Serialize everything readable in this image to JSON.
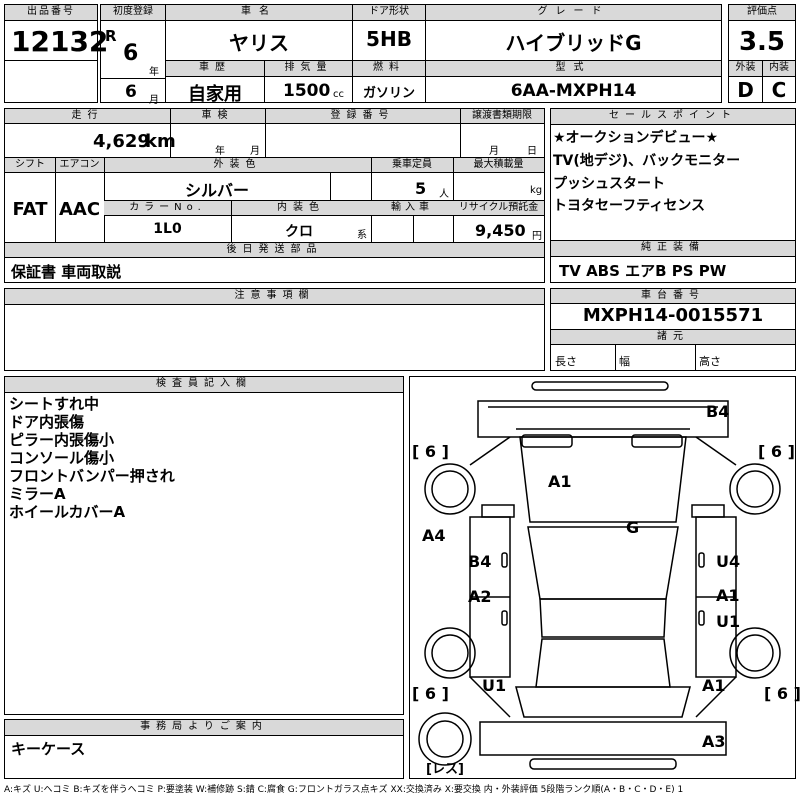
{
  "top": {
    "lot_header": "出品番号",
    "lot_number": "12132",
    "first_reg_header": "初度登録",
    "era": "R",
    "year_value": "6",
    "year_unit": "年",
    "month_value": "6",
    "month_unit": "月",
    "car_name_header": "車名",
    "car_name": "ヤリス",
    "door_header": "ドア形状",
    "door": "5HB",
    "grade_header": "グレード",
    "grade": "ハイブリッドG",
    "score_header": "評価点",
    "score": "3.5",
    "history_header": "車歴",
    "history": "自家用",
    "displacement_header": "排気量",
    "displacement": "1500",
    "displacement_unit": "cc",
    "fuel_header": "燃料",
    "fuel": "ガソリン",
    "model_header": "型式",
    "model": "6AA-MXPH14",
    "exterior_header": "外装",
    "exterior": "D",
    "interior_header": "内装",
    "interior": "C"
  },
  "mid": {
    "mileage_header": "走行",
    "mileage": "4,629",
    "mileage_unit": "km",
    "inspection_header": "車検",
    "inspection_year_unit": "年",
    "inspection_month_unit": "月",
    "reg_number_header": "登録番号",
    "transfer_header": "譲渡書類期限",
    "transfer_month_unit": "月",
    "transfer_day_unit": "日",
    "shift_header": "シフト",
    "shift": "FAT",
    "aircon_header": "エアコン",
    "aircon": "AAC",
    "ext_color_header": "外装色",
    "ext_color": "シルバー",
    "capacity_header": "乗車定員",
    "capacity": "5",
    "capacity_unit": "人",
    "max_load_header": "最大積載量",
    "max_load_unit": "kg",
    "color_no_header": "カラーNo.",
    "color_no": "1L0",
    "int_color_header": "内装色",
    "int_color": "クロ",
    "int_color_unit": "系",
    "import_header": "輸入車",
    "recycle_header": "リサイクル預託金",
    "recycle": "9,450",
    "recycle_unit": "円",
    "later_parts_header": "後日発送部品",
    "later_parts": "保証書 車両取説"
  },
  "selling": {
    "header": "セールスポイント",
    "lines": [
      "★オークションデビュー★",
      "TV(地デジ)、バックモニター",
      "プッシュスタート",
      "トヨタセーフティセンス"
    ]
  },
  "equipment": {
    "header": "純正装備",
    "text": "TV ABS エアB PS PW"
  },
  "notes": {
    "header": "注意事項欄"
  },
  "chassis": {
    "header": "車台番号",
    "number": "MXPH14-0015571",
    "specs_header": "諸元",
    "length_label": "長さ",
    "width_label": "幅",
    "height_label": "高さ"
  },
  "inspector": {
    "header": "検査員記入欄",
    "lines": [
      "シートすれ中",
      "ドア内張傷",
      "ピラー内張傷小",
      "コンソール傷小",
      "フロントバンパー押され",
      "ミラーA",
      "ホイールカバーA"
    ]
  },
  "diagram": {
    "tire_tl": "[ 6 ]",
    "tire_tr": "[ 6 ]",
    "tire_bl": "[ 6 ]",
    "tire_br": "[ 6 ]",
    "spare": "[レス]",
    "marks": {
      "b4_top": "B4",
      "a1_hood": "A1",
      "g_glass": "G",
      "a4_left": "A4",
      "b4_left": "B4",
      "u4_right": "U4",
      "a2_left": "A2",
      "a1_right": "A1",
      "u1_right": "U1",
      "u1_bottom": "U1",
      "a1_bottom": "A1",
      "a3_bottom": "A3"
    }
  },
  "office": {
    "header": "事務局よりご案内",
    "text": "キーケース"
  },
  "legend": "A:キズ U:ヘコミ B:キズを伴うヘコミ P:要塗装 W:補修跡 S:錆 C:腐食 G:フロントガラス点キズ XX:交換済み X:要交換 内・外装評価 5段階ランク順(A・B・C・D・E) 1"
}
